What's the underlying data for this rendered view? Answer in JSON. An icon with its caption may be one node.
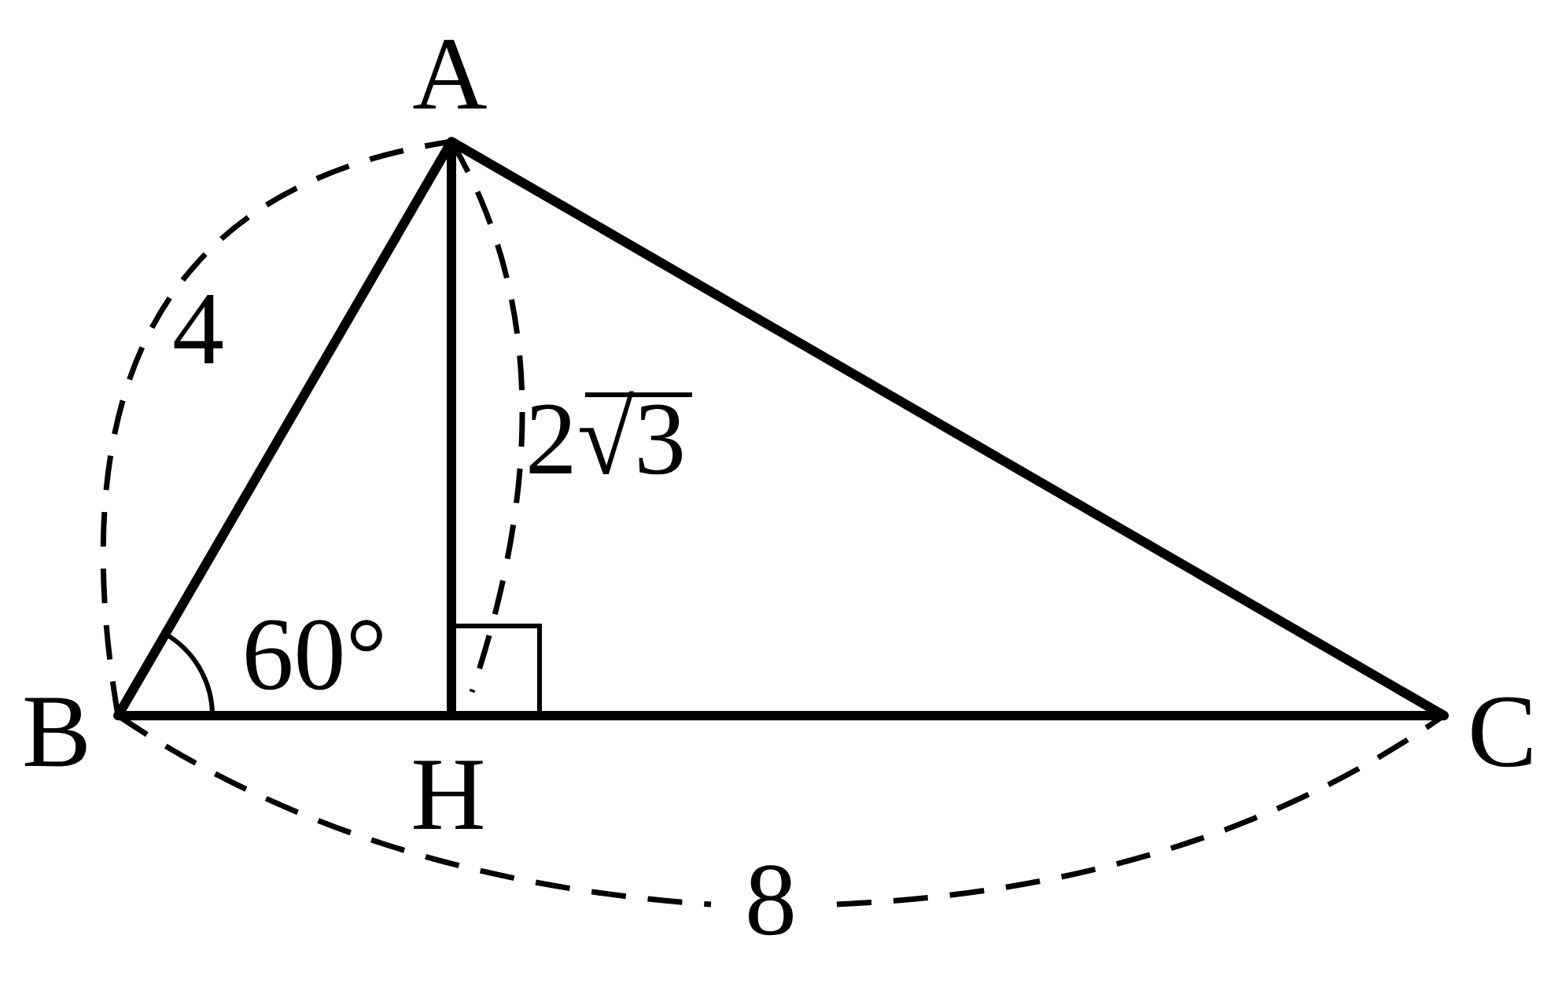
{
  "diagram": {
    "labels": [
      "A",
      "4",
      "2√3",
      "60°",
      "B",
      "H",
      "C",
      "8"
    ]
  }
}
